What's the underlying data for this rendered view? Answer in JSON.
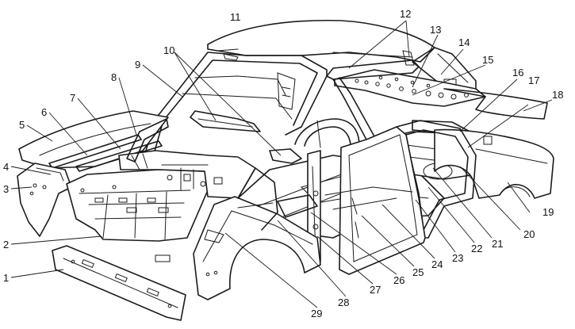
{
  "colors": {
    "ink": "#1b1b1b",
    "paper": "#ffffff"
  },
  "callouts": [
    {
      "id": "1",
      "label": "1"
    },
    {
      "id": "2",
      "label": "2"
    },
    {
      "id": "3",
      "label": "3"
    },
    {
      "id": "4",
      "label": "4"
    },
    {
      "id": "5",
      "label": "5"
    },
    {
      "id": "6",
      "label": "6"
    },
    {
      "id": "7",
      "label": "7"
    },
    {
      "id": "8",
      "label": "8"
    },
    {
      "id": "9",
      "label": "9"
    },
    {
      "id": "10",
      "label": "10"
    },
    {
      "id": "11",
      "label": "11"
    },
    {
      "id": "12",
      "label": "12"
    },
    {
      "id": "13",
      "label": "13"
    },
    {
      "id": "14",
      "label": "14"
    },
    {
      "id": "15",
      "label": "15"
    },
    {
      "id": "16",
      "label": "16"
    },
    {
      "id": "17",
      "label": "17"
    },
    {
      "id": "18",
      "label": "18"
    },
    {
      "id": "19",
      "label": "19"
    },
    {
      "id": "20",
      "label": "20"
    },
    {
      "id": "21",
      "label": "21"
    },
    {
      "id": "22",
      "label": "22"
    },
    {
      "id": "23",
      "label": "23"
    },
    {
      "id": "24",
      "label": "24"
    },
    {
      "id": "25",
      "label": "25"
    },
    {
      "id": "26",
      "label": "26"
    },
    {
      "id": "27",
      "label": "27"
    },
    {
      "id": "28",
      "label": "28"
    },
    {
      "id": "29",
      "label": "29"
    }
  ]
}
